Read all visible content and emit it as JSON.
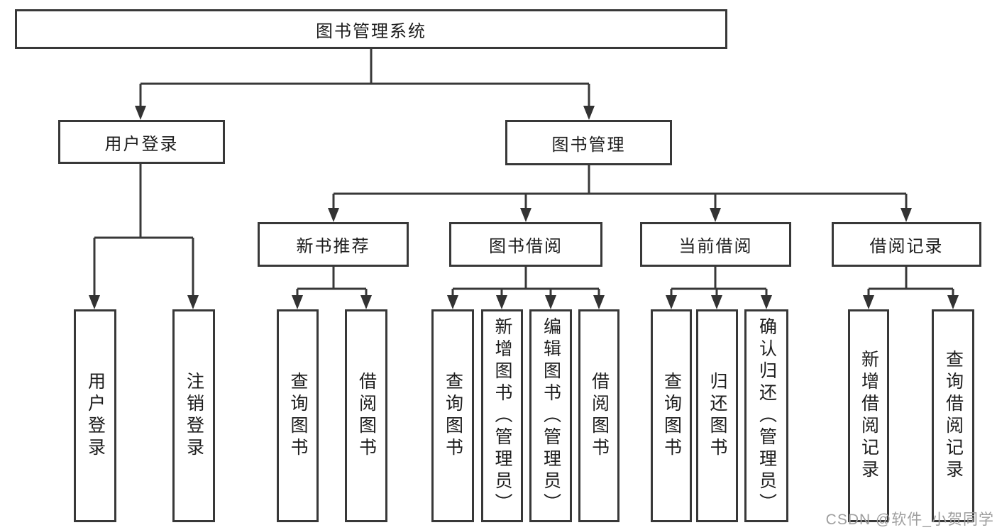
{
  "diagram": {
    "root": "图书管理系统",
    "branches": [
      {
        "label": "用户登录",
        "leaves": [
          "用户登录",
          "注销登录"
        ]
      },
      {
        "label": "图书管理",
        "children": [
          {
            "label": "新书推荐",
            "leaves": [
              "查询图书",
              "借阅图书"
            ]
          },
          {
            "label": "图书借阅",
            "leaves": [
              "查询图书",
              "新增图书（管理员）",
              "编辑图书（管理员）",
              "借阅图书"
            ]
          },
          {
            "label": "当前借阅",
            "leaves": [
              "查询图书",
              "归还图书",
              "确认归还（管理员）"
            ]
          },
          {
            "label": "借阅记录",
            "leaves": [
              "新增借阅记录",
              "查询借阅记录"
            ]
          }
        ]
      }
    ]
  },
  "watermark": {
    "text": "CSDN @软件_小贺同学",
    "color": "#9e9e9e"
  },
  "colors": {
    "line": "#383838",
    "box_border": "#383838",
    "text": "#1d1d1d",
    "background": "#ffffff"
  }
}
